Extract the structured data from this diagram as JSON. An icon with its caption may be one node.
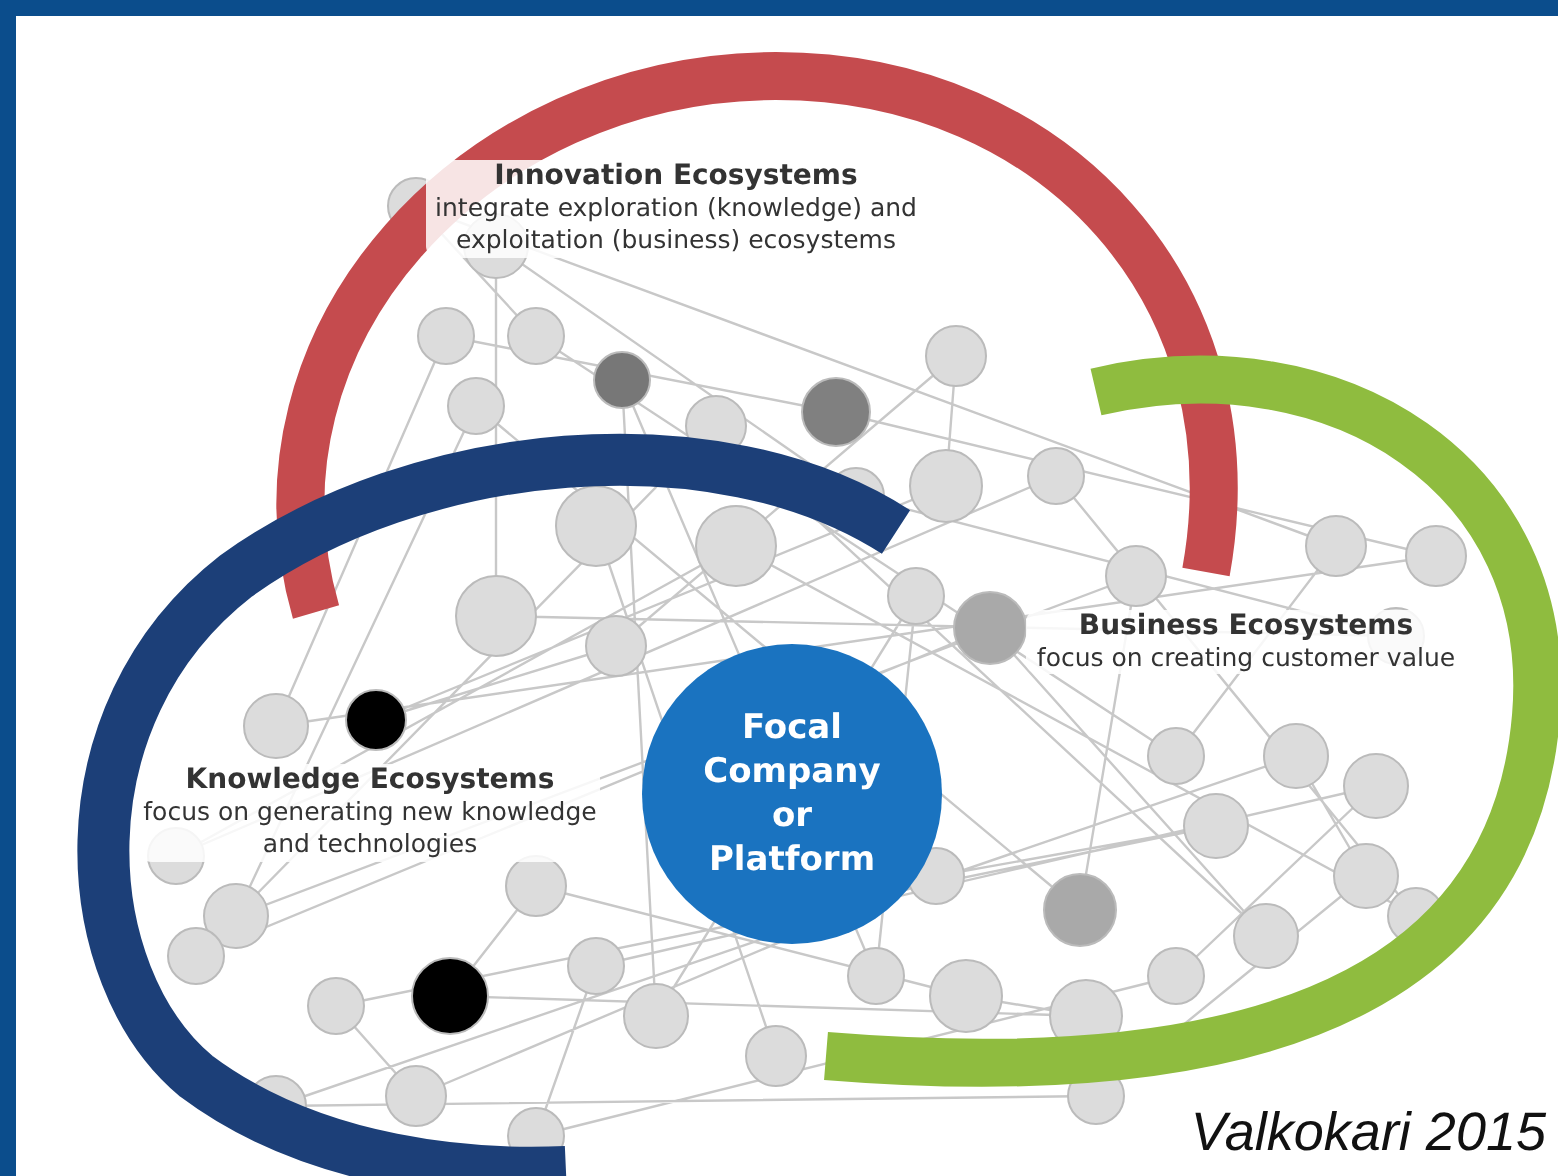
{
  "diagram": {
    "nodes": [
      {
        "text": [
          "Innovation Ecosystems",
          "integrate exploration (knowledge) and exploitation (business) ecosystems"
        ]
      },
      {
        "text": [
          "Business Ecosystems",
          "focus on creating customer value"
        ]
      },
      {
        "text": [
          "Knowledge Ecosystems",
          "focus on generating new knowledge and technologies"
        ]
      },
      {
        "text": [
          "Focal Company or Platform"
        ]
      }
    ],
    "labels": [
      "Valkokari 2015"
    ]
  }
}
